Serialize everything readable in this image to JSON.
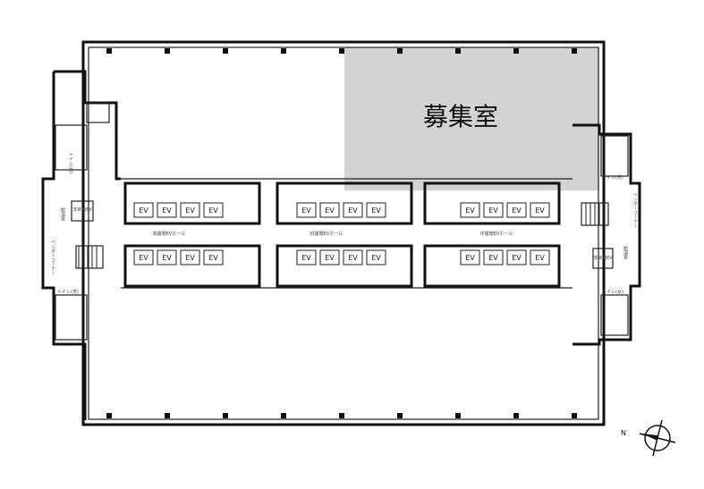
{
  "plan": {
    "room_label": "募集室",
    "highlight_color": "#d3d3d3",
    "ev_label": "EV",
    "halls": [
      "高層階EVホール",
      "低層階EVホール",
      "中層階EVホール"
    ],
    "left_core": {
      "toilet_top": "トイレ(女)",
      "toilet_bottom": "トイレ(男)",
      "emergency_ev": "非常用EV",
      "kitchen": "給湯室",
      "vendor": "ベンダーコーナー"
    },
    "right_core": {
      "toilet_top": "トイレ(男)",
      "toilet_bottom": "トイレ(女)",
      "emergency_ev": "非常用EV",
      "kitchen": "給湯室",
      "vendor": "ベンダーコーナー"
    },
    "compass_label": "N"
  }
}
